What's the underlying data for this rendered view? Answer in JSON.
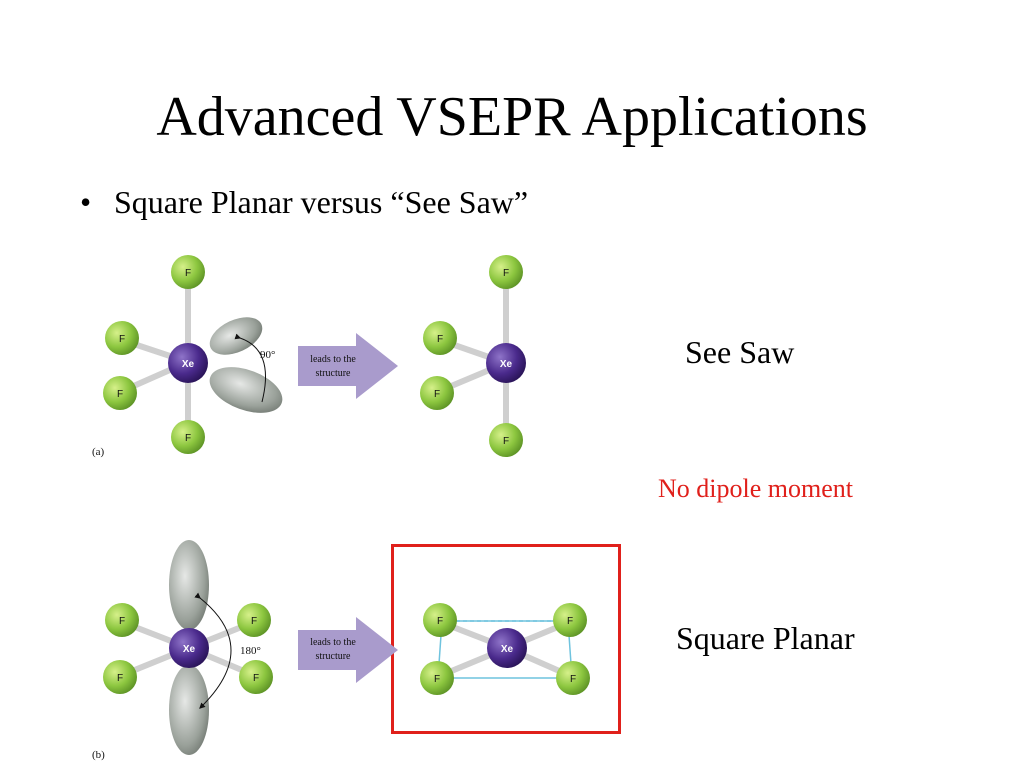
{
  "slide": {
    "title": "Advanced VSEPR Applications",
    "bullet": "Square Planar versus “See Saw”",
    "labels": {
      "see_saw": "See Saw",
      "no_dipole": "No dipole moment",
      "square_planar": "Square Planar"
    }
  },
  "figure": {
    "panel_a_label": "(a)",
    "panel_b_label": "(b)",
    "arrow_text_line1": "leads to the",
    "arrow_text_line2": "structure",
    "angle_a": "90°",
    "angle_b": "180°",
    "central_atom": "Xe",
    "ligand_atom": "F"
  },
  "colors": {
    "dipole_text": "#e0201b",
    "highlight_box": "#e0201b",
    "fluorine": "#8cc63f",
    "xenon": "#4a2a8c",
    "lone_pair": "#9aa19a",
    "arrow": "#a99bcc",
    "plane_outline": "#6fc3de"
  }
}
